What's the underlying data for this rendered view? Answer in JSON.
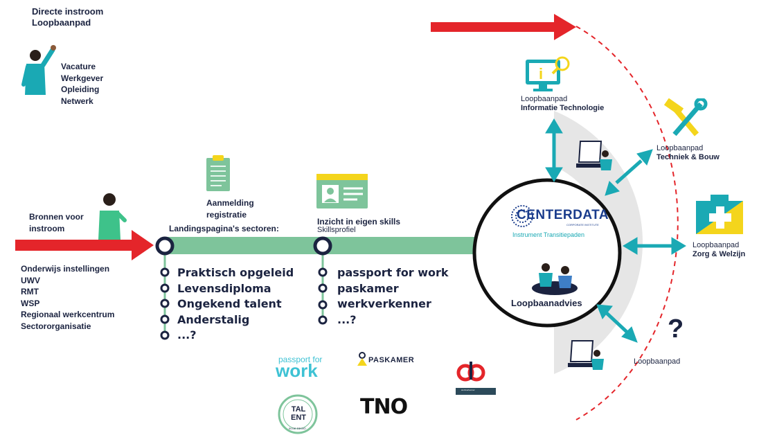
{
  "top_left": {
    "title_line1": "Directe instroom",
    "title_line2": "Loopbaanpad"
  },
  "direct_list": [
    "Vacature",
    "Werkgever",
    "Opleiding",
    "Netwerk"
  ],
  "sources": {
    "title_line1": "Bronnen voor",
    "title_line2": "instroom"
  },
  "source_list": [
    "Onderwijs instellingen",
    "UWV",
    "RMT",
    "WSP",
    "Regionaal werkcentrum",
    "Sectororganisatie"
  ],
  "registration": {
    "line1": "Aanmelding",
    "line2": "registratie"
  },
  "landing": {
    "title": "Landingspagina's sectoren:",
    "items": [
      "Praktisch opgeleid",
      "Levensdiploma",
      "Ongekend talent",
      "Anderstalig",
      "...?"
    ]
  },
  "skills": {
    "title": "Inzicht in eigen skills",
    "subtitle": "Skillsprofiel",
    "items": [
      "passport for work",
      "paskamer",
      "werkverkenner",
      "...?"
    ]
  },
  "center": {
    "logo": "CENTERDATA",
    "logo_sub": "CORPORATE INSTITUTE",
    "subtitle": "Instrument Transitiepaden",
    "advice": "Loopbaanadvies"
  },
  "paths": [
    {
      "line1": "Loopbaanpad",
      "line2": "Informatie Technologie"
    },
    {
      "line1": "Loopbaanpad",
      "line2": "Techniek & Bouw"
    },
    {
      "line1": "Loopbaanpad",
      "line2": "Zorg & Welzijn"
    },
    {
      "line1": "Loopbaanpad",
      "line2": ""
    }
  ],
  "question_mark": "?",
  "logos": {
    "passport_line1": "passport for",
    "passport_line2": "work",
    "paskamer": "PASKAMER",
    "tno": "TNO",
    "talent": "TAL ENT",
    "talent_ring": "IN DE REGIO",
    "werkverkenner_sub": "werkverkenner"
  },
  "colors": {
    "red": "#e4252a",
    "green": "#7ec49b",
    "teal": "#1aa9b4",
    "navy": "#1b2340",
    "yellow": "#f4d51c",
    "gray": "#e6e6e6"
  }
}
